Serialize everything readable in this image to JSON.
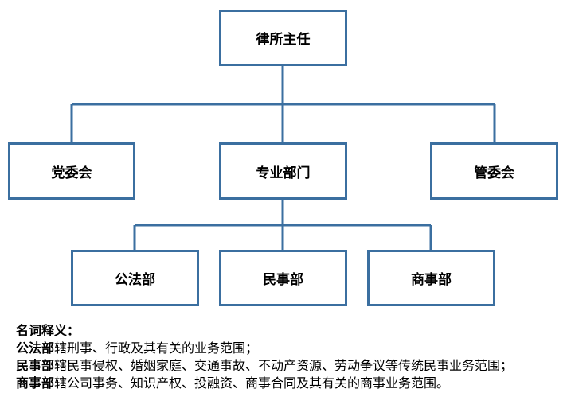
{
  "org": {
    "root": "律所主任",
    "level2": [
      "党委会",
      "专业部门",
      "管委会"
    ],
    "level3": [
      "公法部",
      "民事部",
      "商事部"
    ]
  },
  "glossary": {
    "heading": "名词释义：",
    "entries": [
      {
        "term": "公法部",
        "desc": "辖刑事、行政及其有关的业务范围；"
      },
      {
        "term": "民事部",
        "desc": "辖民事侵权、婚姻家庭、交通事故、不动产资源、劳动争议等传统民事业务范围；"
      },
      {
        "term": "商事部",
        "desc": "辖公司事务、知识产权、投融资、商事合同及其有关的商事业务范围。"
      }
    ]
  },
  "colors": {
    "line": "#3b6fa0",
    "border": "#3b6fa0"
  }
}
